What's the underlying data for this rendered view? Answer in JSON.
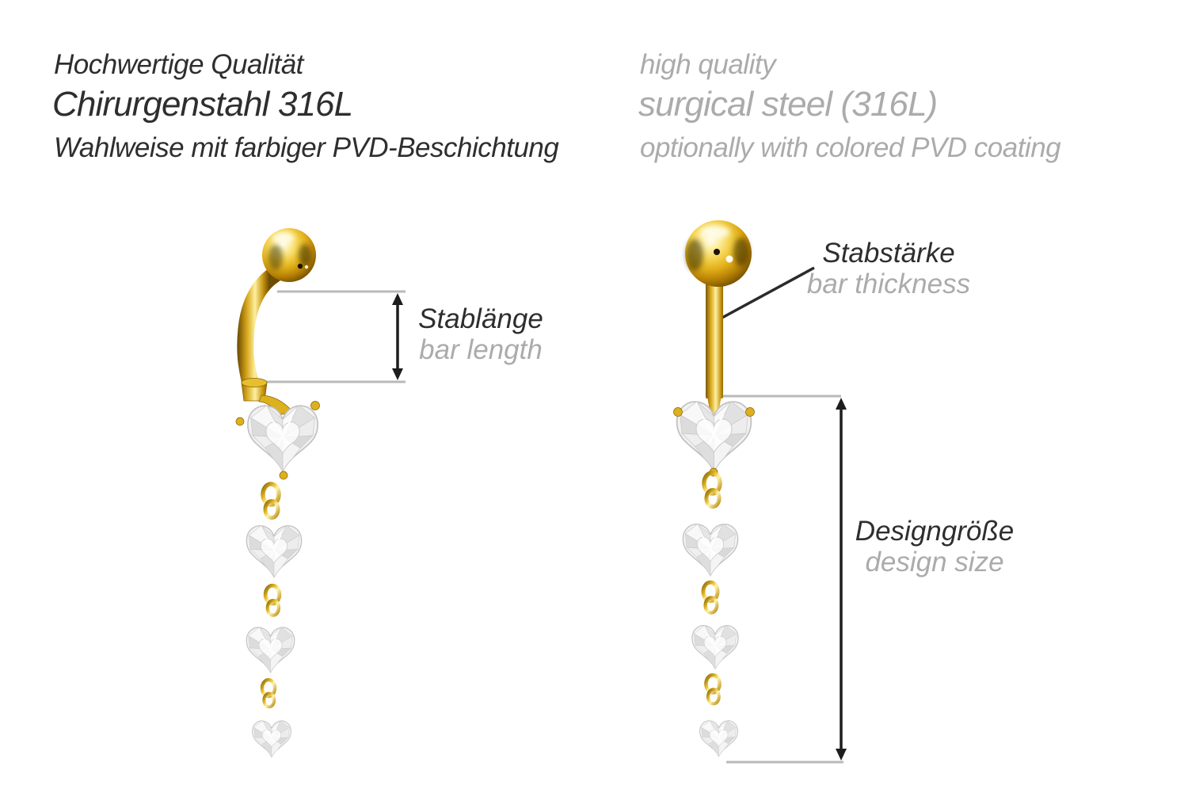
{
  "header": {
    "de": {
      "quality": "Hochwertige Qualität",
      "material": "Chirurgenstahl 316L",
      "coating": "Wahlweise mit farbiger PVD-Beschichtung"
    },
    "en": {
      "quality": "high quality",
      "material": "surgical steel (316L)",
      "coating": "optionally with colored PVD coating"
    }
  },
  "annotations": {
    "bar_length": {
      "de": "Stablänge",
      "en": "bar length"
    },
    "bar_thickness": {
      "de": "Stabstärke",
      "en": "bar thickness"
    },
    "design_size": {
      "de": "Designgröße",
      "en": "design size"
    }
  },
  "figures": {
    "left": "gold-banana-barbell-side-view-with-four-heart-crystal-pendants",
    "right": "gold-banana-barbell-front-view-with-four-heart-crystal-pendants"
  },
  "colors": {
    "text_primary": "#2e2e2e",
    "text_secondary": "#ababab",
    "measure_line": "#b9b9b9",
    "arrow": "#1d1d1d",
    "gold": "#e7bf2e",
    "gold_dark": "#6e4c00",
    "crystal": "#f1f1f1",
    "background": "#ffffff"
  }
}
